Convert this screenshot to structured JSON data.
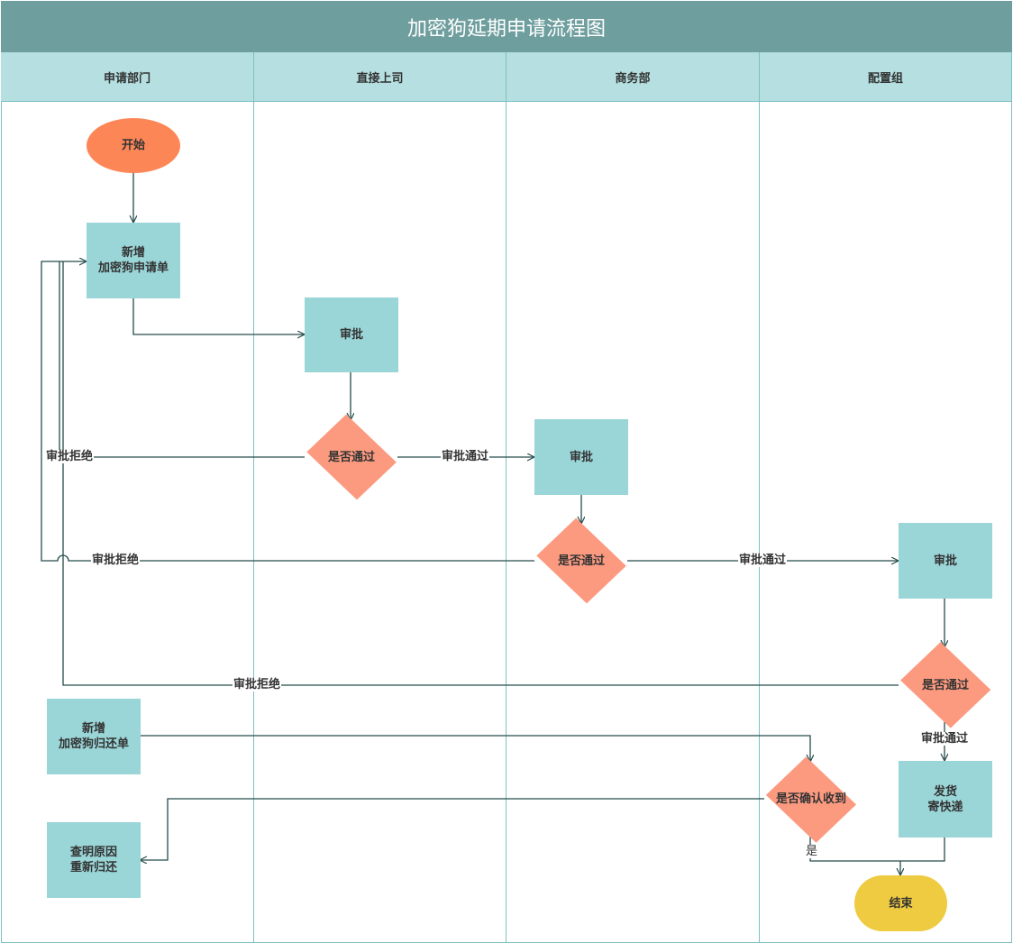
{
  "title": "加密狗延期申请流程图",
  "lanes": [
    "申请部门",
    "直接上司",
    "商务部",
    "配置组"
  ],
  "nodes": {
    "start": "开始",
    "new_apply": "新增\n加密狗申请单",
    "approve_boss": "审批",
    "pass_boss": "是否通过",
    "approve_biz": "审批",
    "pass_biz": "是否通过",
    "approve_cfg": "审批",
    "pass_cfg": "是否通过",
    "ship": "发货\n寄快递",
    "new_return": "新增\n加密狗归还单",
    "confirm": "是否确认收到",
    "investigate": "查明原因\n重新归还",
    "end": "结束"
  },
  "labels": {
    "reject1": "审批拒绝",
    "pass1": "审批通过",
    "reject2": "审批拒绝",
    "pass2": "审批通过",
    "reject3": "审批拒绝",
    "pass3": "审批通过",
    "yes": "是"
  },
  "colors": {
    "title": "#6f9e9e",
    "lane_header": "#b5dfe0",
    "process": "#9ad5d7",
    "decision": "#fc9a80",
    "start": "#fd8657",
    "end": "#eecb40",
    "line": "#264c4c"
  }
}
